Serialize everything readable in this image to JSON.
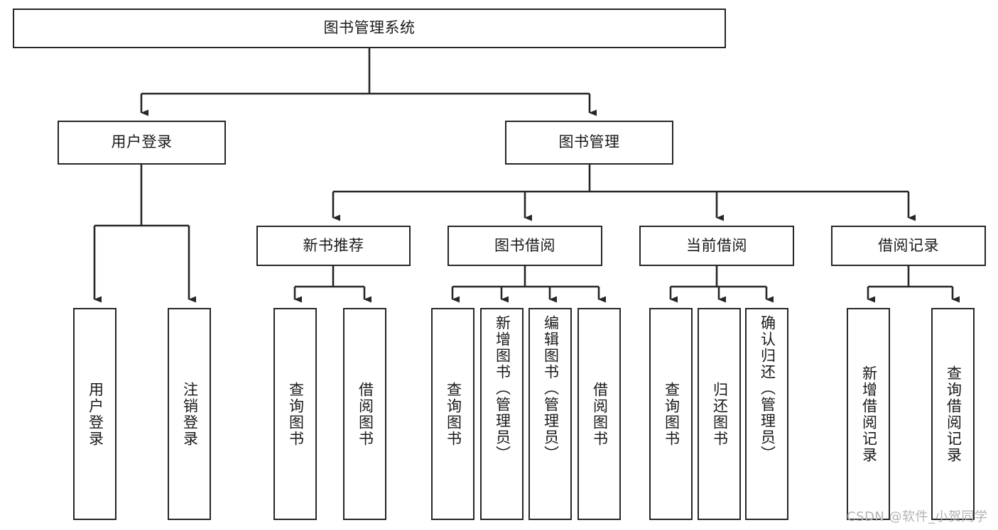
{
  "diagram": {
    "title": "图书管理系统",
    "type": "functional-structure-tree",
    "watermark": "CSDN @软件_小贺同学",
    "colors": {
      "box_border": "#262626",
      "box_fill": "#ffffff",
      "connector": "#262626",
      "text": "#1a1a1a",
      "watermark": "#b3b3b3",
      "canvas": "#ffffff"
    },
    "nodes": {
      "root": {
        "label": "图书管理系统",
        "level": 1
      },
      "level2": [
        {
          "id": "user-login",
          "label": "用户登录"
        },
        {
          "id": "book-manage",
          "label": "图书管理"
        }
      ],
      "level3": [
        {
          "id": "new-book-recommend",
          "label": "新书推荐"
        },
        {
          "id": "book-borrow",
          "label": "图书借阅"
        },
        {
          "id": "current-borrow",
          "label": "当前借阅"
        },
        {
          "id": "borrow-record",
          "label": "借阅记录"
        }
      ],
      "leaves": {
        "user-login": [
          {
            "id": "leaf-user-login",
            "label": "用户登录"
          },
          {
            "id": "leaf-logout-login",
            "label": "注销登录"
          }
        ],
        "new-book-recommend": [
          {
            "id": "leaf-query-book-1",
            "label": "查询图书"
          },
          {
            "id": "leaf-borrow-book-1",
            "label": "借阅图书"
          }
        ],
        "book-borrow": [
          {
            "id": "leaf-query-book-2",
            "label": "查询图书"
          },
          {
            "id": "leaf-add-book",
            "label": "新增图书（管理员）"
          },
          {
            "id": "leaf-edit-book",
            "label": "编辑图书（管理员）"
          },
          {
            "id": "leaf-borrow-book-2",
            "label": "借阅图书"
          }
        ],
        "current-borrow": [
          {
            "id": "leaf-query-book-3",
            "label": "查询图书"
          },
          {
            "id": "leaf-return-book",
            "label": "归还图书"
          },
          {
            "id": "leaf-confirm-return",
            "label": "确认归还（管理员）"
          }
        ],
        "borrow-record": [
          {
            "id": "leaf-add-record",
            "label": "新增借阅记录"
          },
          {
            "id": "leaf-query-record",
            "label": "查询借阅记录"
          }
        ]
      }
    }
  }
}
